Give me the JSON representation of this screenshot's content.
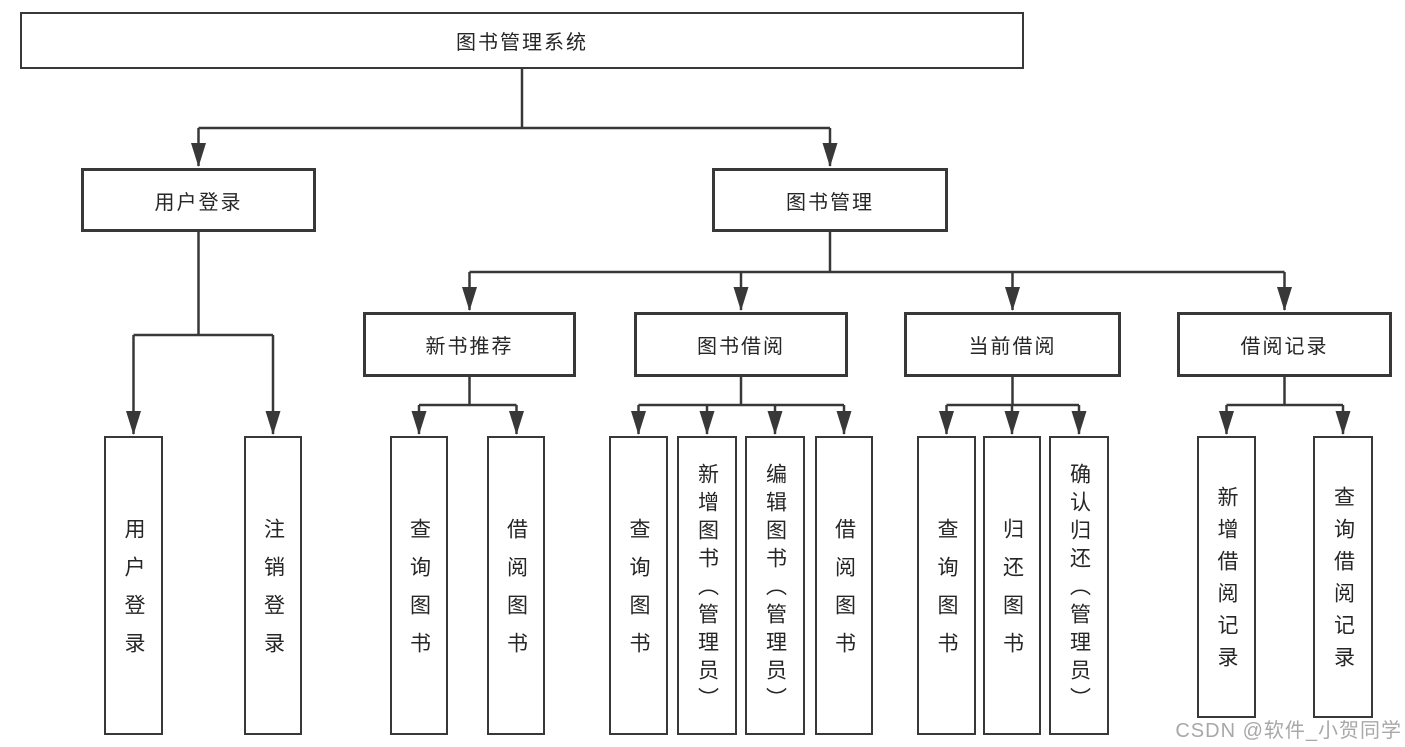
{
  "diagram": {
    "root": {
      "label": "图书管理系统"
    },
    "branches": [
      {
        "label": "用户登录",
        "children": [
          {
            "label": "用户登录"
          },
          {
            "label": "注销登录"
          }
        ]
      },
      {
        "label": "图书管理",
        "children": [
          {
            "label": "新书推荐",
            "children": [
              {
                "label": "查询图书"
              },
              {
                "label": "借阅图书"
              }
            ]
          },
          {
            "label": "图书借阅",
            "children": [
              {
                "label": "查询图书"
              },
              {
                "label": "新增图书（管理员）"
              },
              {
                "label": "编辑图书（管理员）"
              },
              {
                "label": "借阅图书"
              }
            ]
          },
          {
            "label": "当前借阅",
            "children": [
              {
                "label": "查询图书"
              },
              {
                "label": "归还图书"
              },
              {
                "label": "确认归还（管理员）"
              }
            ]
          },
          {
            "label": "借阅记录",
            "children": [
              {
                "label": "新增借阅记录"
              },
              {
                "label": "查询借阅记录"
              }
            ]
          }
        ]
      }
    ]
  },
  "watermark": "CSDN @软件_小贺同学",
  "colors": {
    "line": "#383838",
    "border": "#383838",
    "text": "#262626",
    "background": "#ffffff",
    "watermark": "#a8a8a8"
  }
}
